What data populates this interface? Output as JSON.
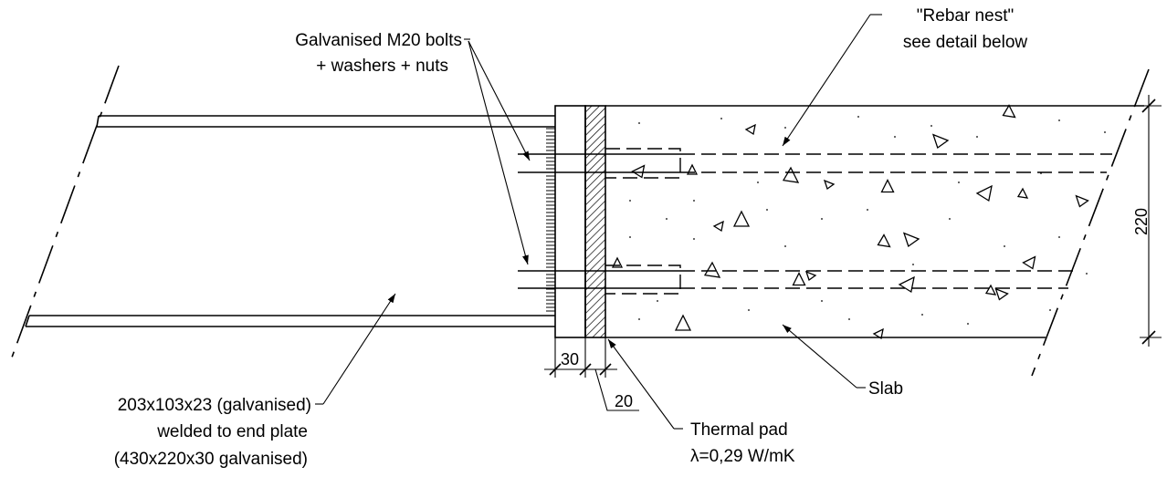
{
  "labels": {
    "bolts_line1": "Galvanised M20 bolts",
    "bolts_line2": "+ washers + nuts",
    "rebar_line1": "\"Rebar nest\"",
    "rebar_line2": "see detail below",
    "beam_line1": "203x103x23 (galvanised)",
    "beam_line2": "welded to end plate",
    "beam_line3": "(430x220x30 galvanised)",
    "slab": "Slab",
    "pad_line1": "Thermal pad",
    "pad_line2": "λ=0,29 W/mK"
  },
  "dimensions": {
    "plate_thickness": "30",
    "pad_thickness": "20",
    "slab_depth": "220"
  },
  "colors": {
    "line": "#000000",
    "background": "#ffffff"
  }
}
